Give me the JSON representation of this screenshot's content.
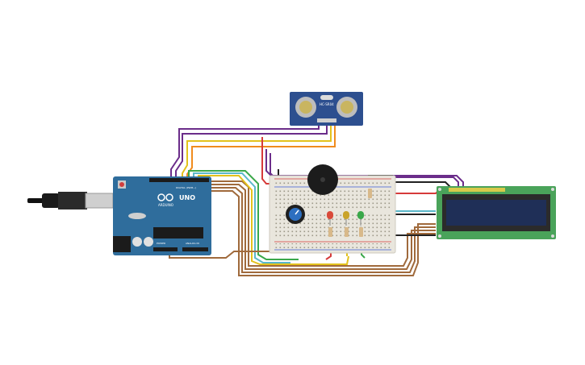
{
  "circuit": {
    "arduino": {
      "logo": "ARDUINO",
      "model": "UNO",
      "section_digital": "DIGITAL (PWM~)",
      "section_power": "POWER",
      "section_analog": "ANALOG IN"
    },
    "ultrasonic": {
      "label": "HC-SR04"
    },
    "colors": {
      "arduino_board": "#2f6d9c",
      "breadboard": "#e9e6dd",
      "lcd_board": "#4aa35a",
      "lcd_screen": "#1f2f57",
      "sensor_board": "#2d4f8f",
      "wire_purple": "#6b2d8a",
      "wire_yellow": "#e3c21c",
      "wire_orange": "#f08c1e",
      "wire_red": "#d63a3a",
      "wire_brown": "#a06a3c",
      "wire_black": "#222222",
      "wire_green": "#3aa84a",
      "wire_cyan": "#5ab7c9",
      "led_red": "#d94a3a",
      "led_yellow": "#c9a32a",
      "led_green": "#3aa84a"
    }
  }
}
